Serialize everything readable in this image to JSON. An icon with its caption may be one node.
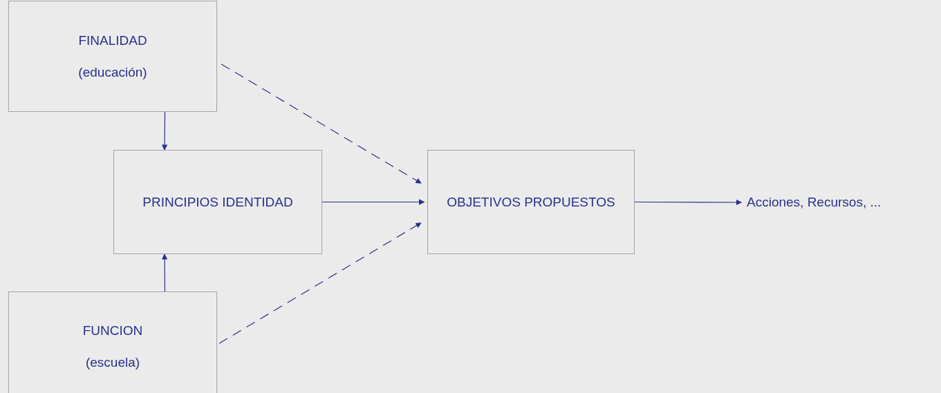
{
  "diagram": {
    "nodes": [
      {
        "text": [
          "FINALIDAD",
          "(educación)"
        ]
      },
      {
        "text": [
          "PRINCIPIOS IDENTIDAD"
        ]
      },
      {
        "text": [
          "OBJETIVOS PROPUESTOS"
        ]
      },
      {
        "text": [
          "FUNCION",
          "(escuela)"
        ]
      },
      {
        "text": [
          "Acciones, Recursos, ..."
        ]
      }
    ],
    "edges": [
      {
        "from": 0,
        "to": 1,
        "arrow": "to"
      },
      {
        "from": 3,
        "to": 1,
        "arrow": "to"
      },
      {
        "from": 0,
        "to": 2,
        "arrow": "to",
        "style": "dashed"
      },
      {
        "from": 1,
        "to": 2,
        "arrow": "to"
      },
      {
        "from": 3,
        "to": 2,
        "arrow": "to",
        "style": "dashed"
      },
      {
        "from": 2,
        "to": 4,
        "arrow": "to"
      }
    ]
  }
}
